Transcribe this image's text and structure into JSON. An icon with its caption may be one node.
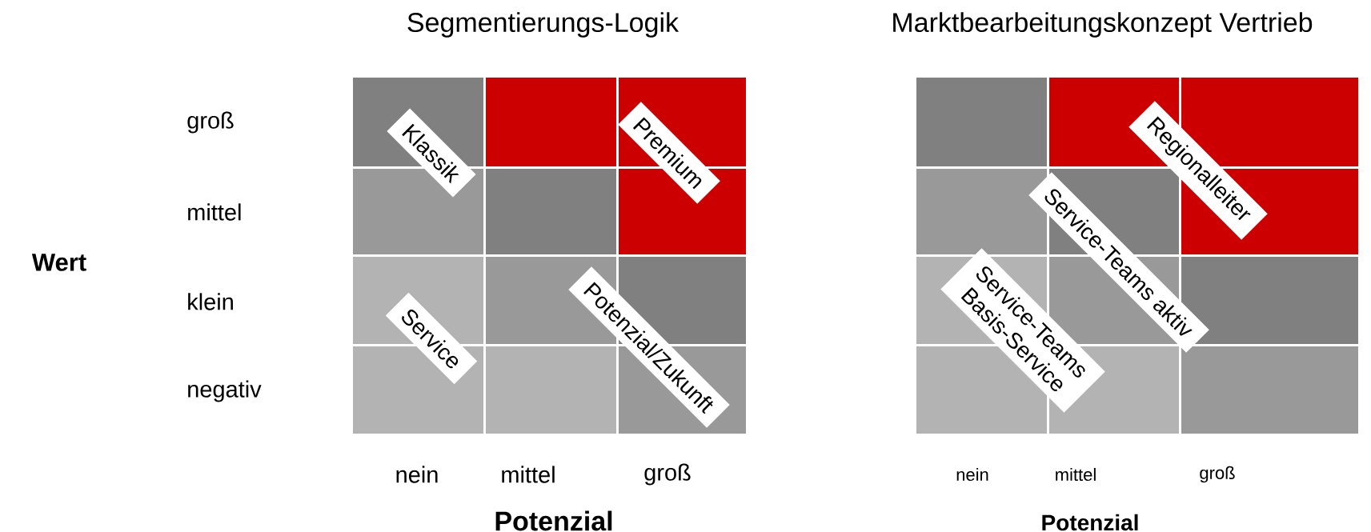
{
  "diagram": {
    "nodes": [
      {
        "text": [
          "Klassik"
        ]
      },
      {
        "text": [
          "Premium"
        ]
      },
      {
        "text": [
          "Service"
        ]
      },
      {
        "text": [
          "Potenzial/Zukunft"
        ]
      },
      {
        "text": [
          "Regionalleiter"
        ]
      },
      {
        "text": [
          "Service-Teams aktiv"
        ]
      },
      {
        "text": [
          "Service-Teams Basis-Service"
        ]
      }
    ],
    "labels": [
      "Segmentierungs-Logik",
      "Marktbearbeitungskonzept Vertrieb",
      "groß",
      "mittel",
      "Wert",
      "klein",
      "negativ",
      "nein",
      "mittel",
      "groß",
      "nein",
      "mittel",
      "groß",
      "Potenzial",
      "Potenzial"
    ]
  }
}
